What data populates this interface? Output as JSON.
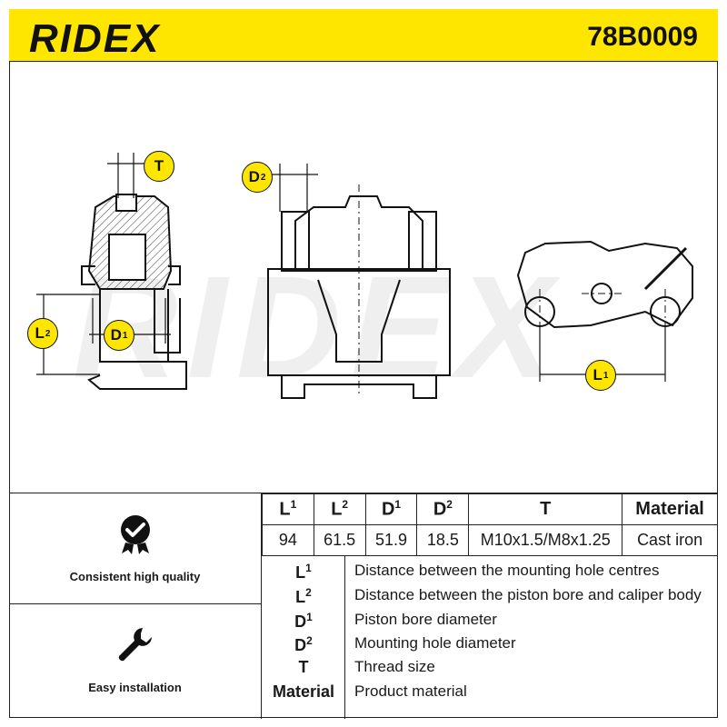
{
  "header": {
    "brand": "RIDEX",
    "part_number": "78B0009",
    "accent_color": "#ffe600"
  },
  "drawing": {
    "watermark": "RIDEX",
    "badges": {
      "T": "T",
      "D2": "D",
      "L2": "L",
      "D1": "D",
      "L1": "L"
    },
    "badge_sup": {
      "one": "1",
      "two": "2"
    }
  },
  "features": [
    {
      "label": "Consistent high quality",
      "icon": "quality-seal-check-icon"
    },
    {
      "label": "Easy installation",
      "icon": "wrench-icon"
    }
  ],
  "specs": {
    "headers": [
      {
        "base": "L",
        "sup": "1"
      },
      {
        "base": "L",
        "sup": "2"
      },
      {
        "base": "D",
        "sup": "1"
      },
      {
        "base": "D",
        "sup": "2"
      },
      {
        "base": "T",
        "sup": ""
      },
      {
        "base": "Material",
        "sup": ""
      }
    ],
    "values": [
      "94",
      "61.5",
      "51.9",
      "18.5",
      "M10x1.5/M8x1.25",
      "Cast iron"
    ]
  },
  "legend": [
    {
      "key": "L",
      "sup": "1",
      "desc": "Distance between the mounting hole centres"
    },
    {
      "key": "L",
      "sup": "2",
      "desc": "Distance between the piston bore and caliper body"
    },
    {
      "key": "D",
      "sup": "1",
      "desc": "Piston bore diameter"
    },
    {
      "key": "D",
      "sup": "2",
      "desc": "Mounting hole diameter"
    },
    {
      "key": "T",
      "sup": "",
      "desc": "Thread size"
    },
    {
      "key": "Material",
      "sup": "",
      "desc": "Product material"
    }
  ]
}
